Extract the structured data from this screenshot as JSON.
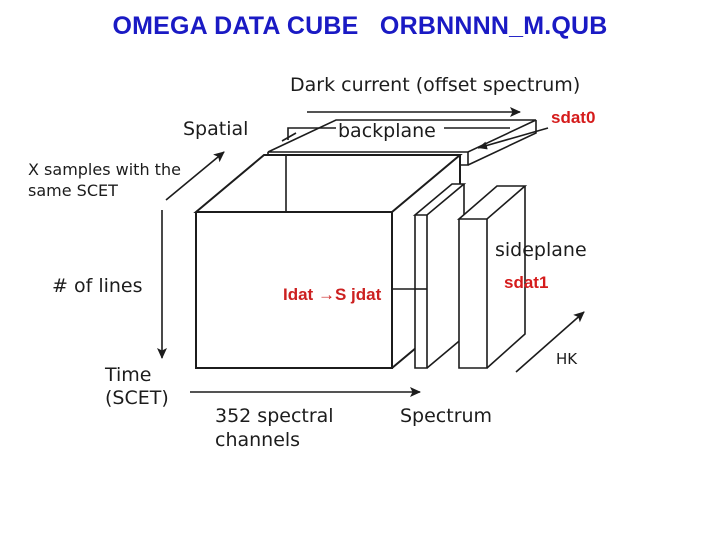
{
  "title": "OMEGA DATA CUBE   ORBNNNN_M.QUB",
  "colors": {
    "title_blue": "#1a1ac4",
    "annotation_red": "#d51b1b",
    "line_black": "#1c1c1c",
    "background": "#ffffff"
  },
  "labels": {
    "dark_current": "Dark current (offset spectrum)",
    "backplane": "backplane",
    "sdat0": "sdat0",
    "spatial": "Spatial",
    "x_samples_line1": "X samples with the",
    "x_samples_line2": "same SCET",
    "num_of_lines": "# of lines",
    "time_line1": "Time",
    "time_line2": "(SCET)",
    "spectral_channels_line1": "352 spectral",
    "spectral_channels_line2": "channels",
    "spectrum": "Spectrum",
    "sideplane": "sideplane",
    "sdat1": "sdat1",
    "hk": "HK",
    "center_cube": "Idat →S jdat"
  },
  "arrows": [
    {
      "name": "dark-current-arrow",
      "direction": "right"
    },
    {
      "name": "spatial-arrow",
      "direction": "up-right"
    },
    {
      "name": "lines-time-arrow",
      "direction": "down"
    },
    {
      "name": "spectrum-arrow",
      "direction": "right"
    },
    {
      "name": "hk-arrow",
      "direction": "up-right"
    },
    {
      "name": "sdat0-leader",
      "direction": "down-left"
    }
  ]
}
